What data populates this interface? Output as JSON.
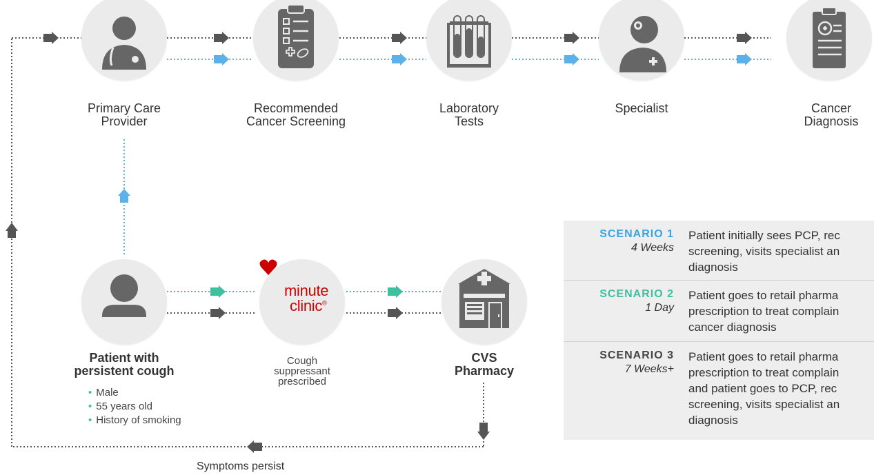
{
  "colors": {
    "black_path": "#555555",
    "blue_path": "#5bb1e8",
    "green_path": "#3dbfa0",
    "circle": "#ebebeb",
    "icon": "#666666",
    "brand_red": "#cc0000",
    "scenario1": "#3aa3de",
    "scenario2": "#3dbfa0",
    "scenario3": "#444444"
  },
  "nodes": {
    "pcp": {
      "label": "Primary Care\nProvider",
      "icon": "doctor-icon"
    },
    "screening": {
      "label": "Recommended\nCancer Screening",
      "icon": "clipboard-checklist-icon"
    },
    "lab": {
      "label": "Laboratory\nTests",
      "icon": "test-tubes-icon"
    },
    "specialist": {
      "label": "Specialist",
      "icon": "specialist-icon"
    },
    "diagnosis": {
      "label": "Cancer\nDiagnosis",
      "icon": "medical-report-icon"
    },
    "patient": {
      "label": "Patient with\npersistent cough",
      "icon": "person-icon"
    },
    "minuteclinic": {
      "logo_word1": "minute",
      "logo_word2": "clinic",
      "logo_reg": "®",
      "label": "Cough\nsuppressant\nprescribed",
      "icon": "heart-icon"
    },
    "pharmacy": {
      "label": "CVS\nPharmacy",
      "icon": "pharmacy-building-icon"
    }
  },
  "patient_facts": [
    "Male",
    "55 years old",
    "History of smoking"
  ],
  "loop_label": "Symptoms persist",
  "scenarios": [
    {
      "name": "SCENARIO 1",
      "time": "4 Weeks",
      "lines": [
        "Patient initially sees PCP, rec",
        "screening, visits specialist an",
        "diagnosis"
      ]
    },
    {
      "name": "SCENARIO 2",
      "time": "1 Day",
      "lines": [
        "Patient goes to retail pharma",
        "prescription to treat complain",
        "cancer diagnosis"
      ]
    },
    {
      "name": "SCENARIO 3",
      "time": "7 Weeks+",
      "lines": [
        "Patient goes to retail pharma",
        "prescription to treat complain",
        "and patient goes to PCP, rec",
        "screening, visits specialist an",
        "diagnosis"
      ]
    }
  ]
}
